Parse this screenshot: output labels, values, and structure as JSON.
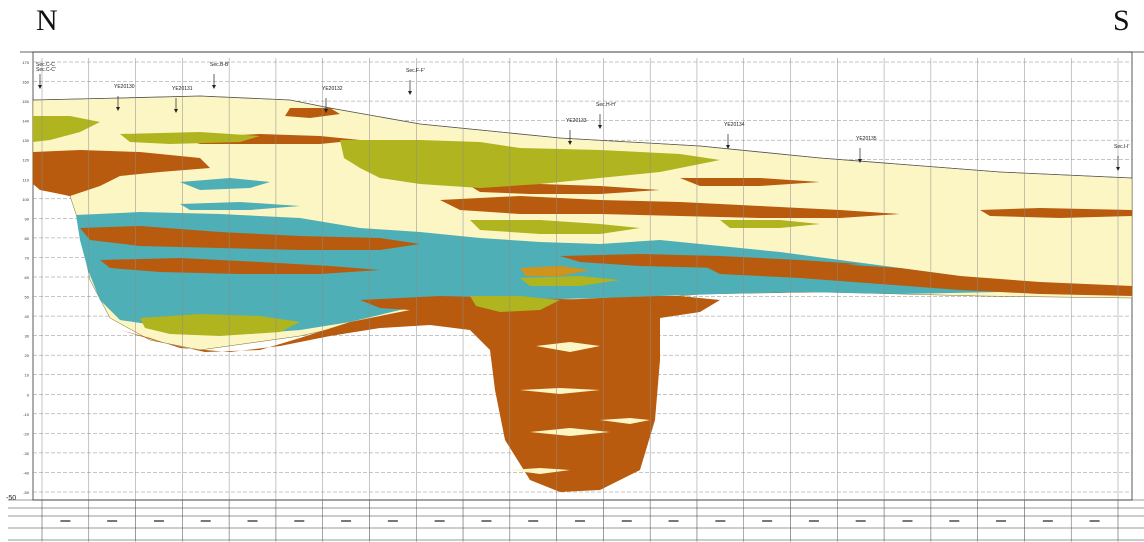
{
  "compass": {
    "north": "N",
    "south": "S"
  },
  "colors": {
    "background": "#ffffff",
    "cream": "#fcf6c4",
    "olive": "#b0b41e",
    "brown": "#b85b0e",
    "teal": "#4eafb6",
    "grid": "#8c8c8c"
  },
  "axis": {
    "elevation_labels": [
      "170",
      "160",
      "150",
      "140",
      "130",
      "120",
      "110",
      "100",
      "90",
      "80",
      "70",
      "60",
      "50",
      "40",
      "30",
      "20",
      "10",
      "0",
      "-10",
      "-20",
      "-30",
      "-40",
      "-50"
    ],
    "bottom_datum_label": "-50"
  },
  "boreholes": [
    {
      "id": "bh-1",
      "label": "Sec.C-C",
      "sub": "Sec.C-C'"
    },
    {
      "id": "bh-2",
      "label": "YE20130"
    },
    {
      "id": "bh-3",
      "label": "YE20131"
    },
    {
      "id": "bh-4",
      "label": "Sec.B-B'"
    },
    {
      "id": "bh-5",
      "label": "YE20132"
    },
    {
      "id": "bh-6",
      "label": "Sec.F-F'"
    },
    {
      "id": "bh-7",
      "label": "YE20133"
    },
    {
      "id": "bh-8",
      "label": "Sec.H-H'"
    },
    {
      "id": "bh-9",
      "label": "YE20134"
    },
    {
      "id": "bh-10",
      "label": "YE20135"
    },
    {
      "id": "bh-11",
      "label": "Sec.I-I'"
    }
  ]
}
